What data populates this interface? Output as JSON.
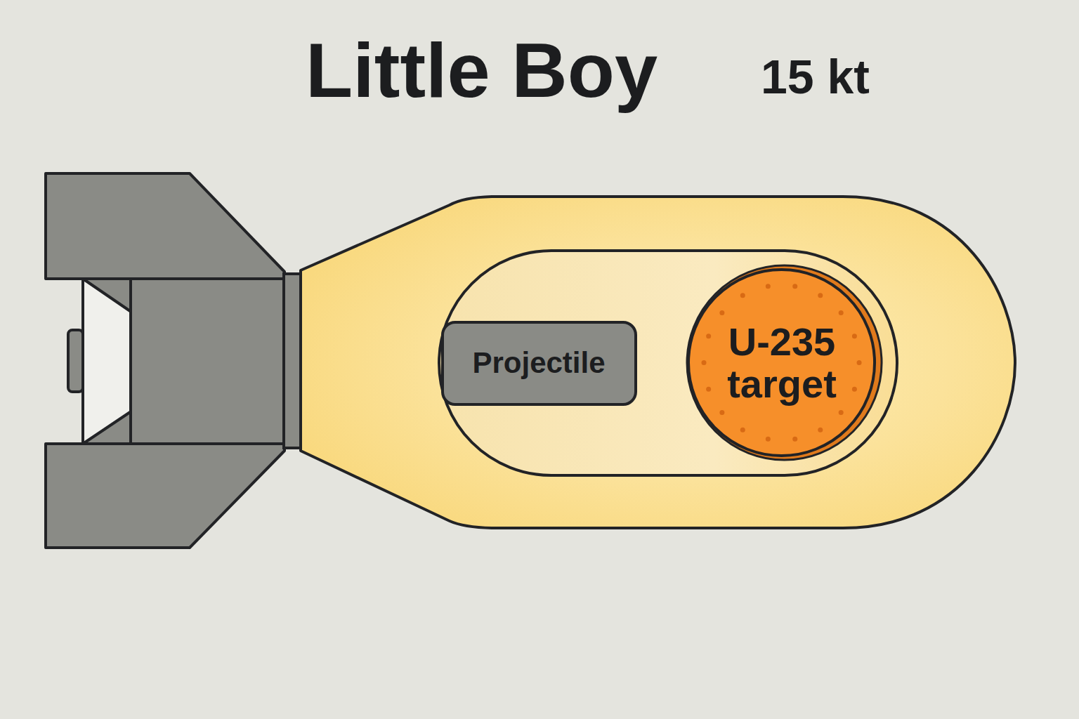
{
  "diagram": {
    "title": "Little Boy",
    "nodes": [
      {
        "text": [
          "Projectile"
        ]
      },
      {
        "text": [
          "U-235 target"
        ]
      }
    ],
    "labels": [
      "15 kt"
    ]
  }
}
